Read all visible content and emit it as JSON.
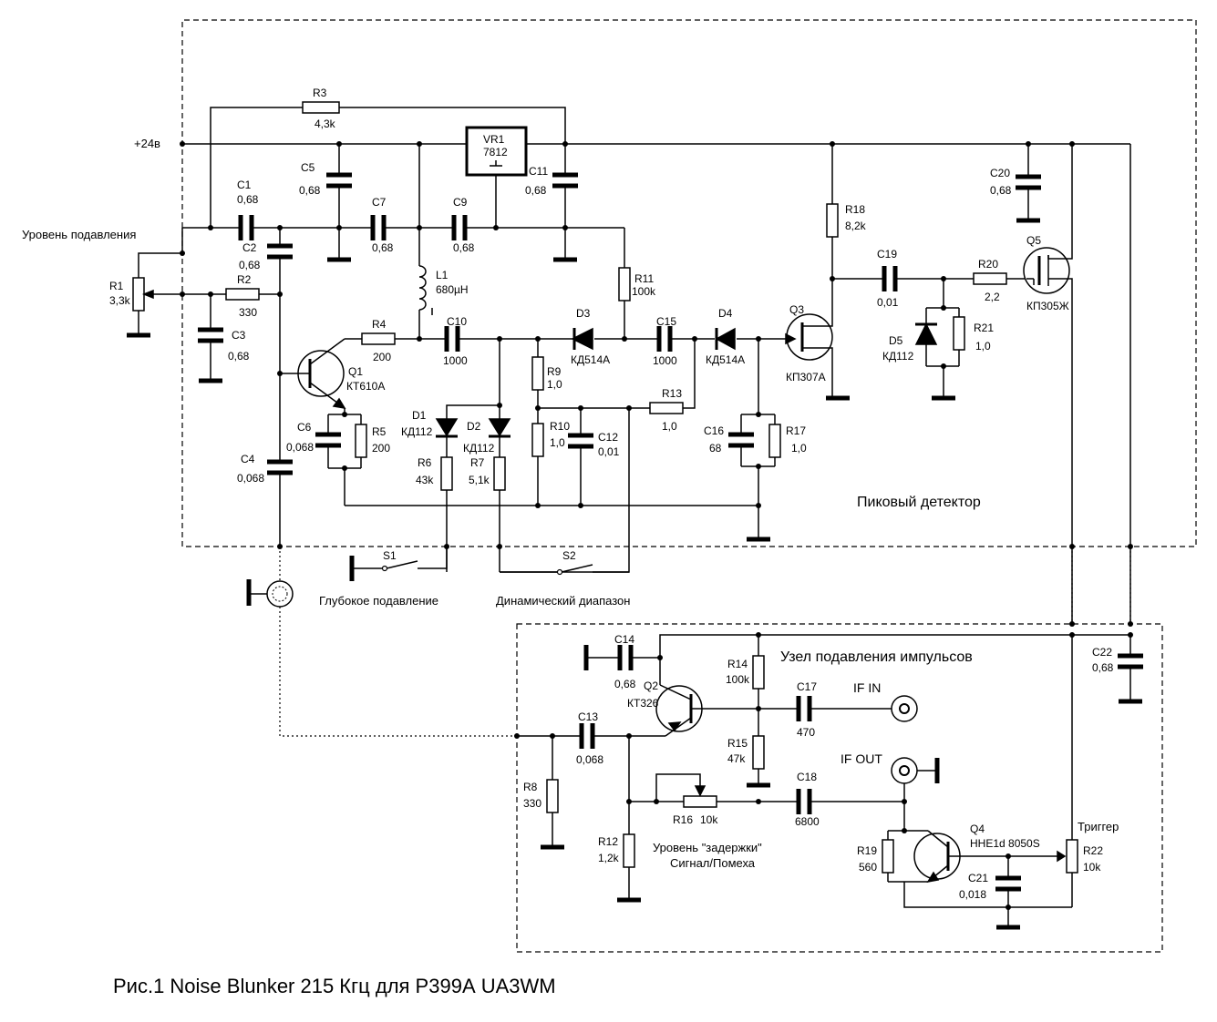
{
  "power": {
    "label": "+24в"
  },
  "blocks": {
    "peak_detector": "Пиковый детектор",
    "suppression_unit": "Узел подавления импульсов"
  },
  "controls": {
    "suppression_level": "Уровень подавления",
    "deep_suppression": "Глубокое подавление",
    "dynamic_range": "Динамический диапазон",
    "delay_level_1": "Уровень \"задержки\"",
    "delay_level_2": "Сигнал/Помеха",
    "trigger": "Триггер"
  },
  "ports": {
    "if_in": "IF IN",
    "if_out": "IF OUT"
  },
  "components": {
    "R1": {
      "name": "R1",
      "value": "3,3k"
    },
    "R2": {
      "name": "R2",
      "value": "330"
    },
    "R3": {
      "name": "R3",
      "value": "4,3k"
    },
    "R4": {
      "name": "R4",
      "value": "200"
    },
    "R5": {
      "name": "R5",
      "value": "200"
    },
    "R6": {
      "name": "R6",
      "value": "43k"
    },
    "R7": {
      "name": "R7",
      "value": "5,1k"
    },
    "R8": {
      "name": "R8",
      "value": "330"
    },
    "R9": {
      "name": "R9",
      "value": "1,0"
    },
    "R10": {
      "name": "R10",
      "value": "1,0"
    },
    "R11": {
      "name": "R11",
      "value": "100k"
    },
    "R12": {
      "name": "R12",
      "value": "1,2k"
    },
    "R13": {
      "name": "R13",
      "value": "1,0"
    },
    "R14": {
      "name": "R14",
      "value": "100k"
    },
    "R15": {
      "name": "R15",
      "value": "47k"
    },
    "R16": {
      "name": "R16",
      "value": "10k"
    },
    "R17": {
      "name": "R17",
      "value": "1,0"
    },
    "R18": {
      "name": "R18",
      "value": "8,2k"
    },
    "R19": {
      "name": "R19",
      "value": "560"
    },
    "R20": {
      "name": "R20",
      "value": "2,2"
    },
    "R21": {
      "name": "R21",
      "value": "1,0"
    },
    "R22": {
      "name": "R22",
      "value": "10k"
    },
    "C1": {
      "name": "C1",
      "value": "0,68"
    },
    "C2": {
      "name": "C2",
      "value": "0,68"
    },
    "C3": {
      "name": "C3",
      "value": "0,68"
    },
    "C4": {
      "name": "C4",
      "value": "0,068"
    },
    "C5": {
      "name": "C5",
      "value": "0,68"
    },
    "C6": {
      "name": "C6",
      "value": "0,068"
    },
    "C7": {
      "name": "C7",
      "value": "0,68"
    },
    "C9": {
      "name": "C9",
      "value": "0,68"
    },
    "C10": {
      "name": "C10",
      "value": "1000"
    },
    "C11": {
      "name": "C11",
      "value": "0,68"
    },
    "C12": {
      "name": "C12",
      "value": "0,01"
    },
    "C13": {
      "name": "C13",
      "value": "0,068"
    },
    "C14": {
      "name": "C14",
      "value": "0,68"
    },
    "C15": {
      "name": "C15",
      "value": "1000"
    },
    "C16": {
      "name": "C16",
      "value": "68"
    },
    "C17": {
      "name": "C17",
      "value": "470"
    },
    "C18": {
      "name": "C18",
      "value": "6800"
    },
    "C19": {
      "name": "C19",
      "value": "0,01"
    },
    "C20": {
      "name": "C20",
      "value": "0,68"
    },
    "C21": {
      "name": "C21",
      "value": "0,018"
    },
    "C22": {
      "name": "C22",
      "value": "0,68"
    },
    "L1": {
      "name": "L1",
      "value": "680µH"
    },
    "VR1": {
      "name": "VR1",
      "value": "7812"
    },
    "D1": {
      "name": "D1",
      "value": "КД112"
    },
    "D2": {
      "name": "D2",
      "value": "КД112"
    },
    "D3": {
      "name": "D3",
      "value": "КД514А"
    },
    "D4": {
      "name": "D4",
      "value": "КД514А"
    },
    "D5": {
      "name": "D5",
      "value": "КД112"
    },
    "Q1": {
      "name": "Q1",
      "value": "КТ610А"
    },
    "Q2": {
      "name": "Q2",
      "value": "КТ326"
    },
    "Q3": {
      "name": "Q3",
      "value": "КП307А"
    },
    "Q4": {
      "name": "Q4",
      "value": "HHE1d 8050S"
    },
    "Q5": {
      "name": "Q5",
      "value": "КП305Ж"
    },
    "S1": {
      "name": "S1"
    },
    "S2": {
      "name": "S2"
    }
  },
  "caption": "Рис.1 Noise Blunker 215 Кгц для Р399А  UA3WM"
}
